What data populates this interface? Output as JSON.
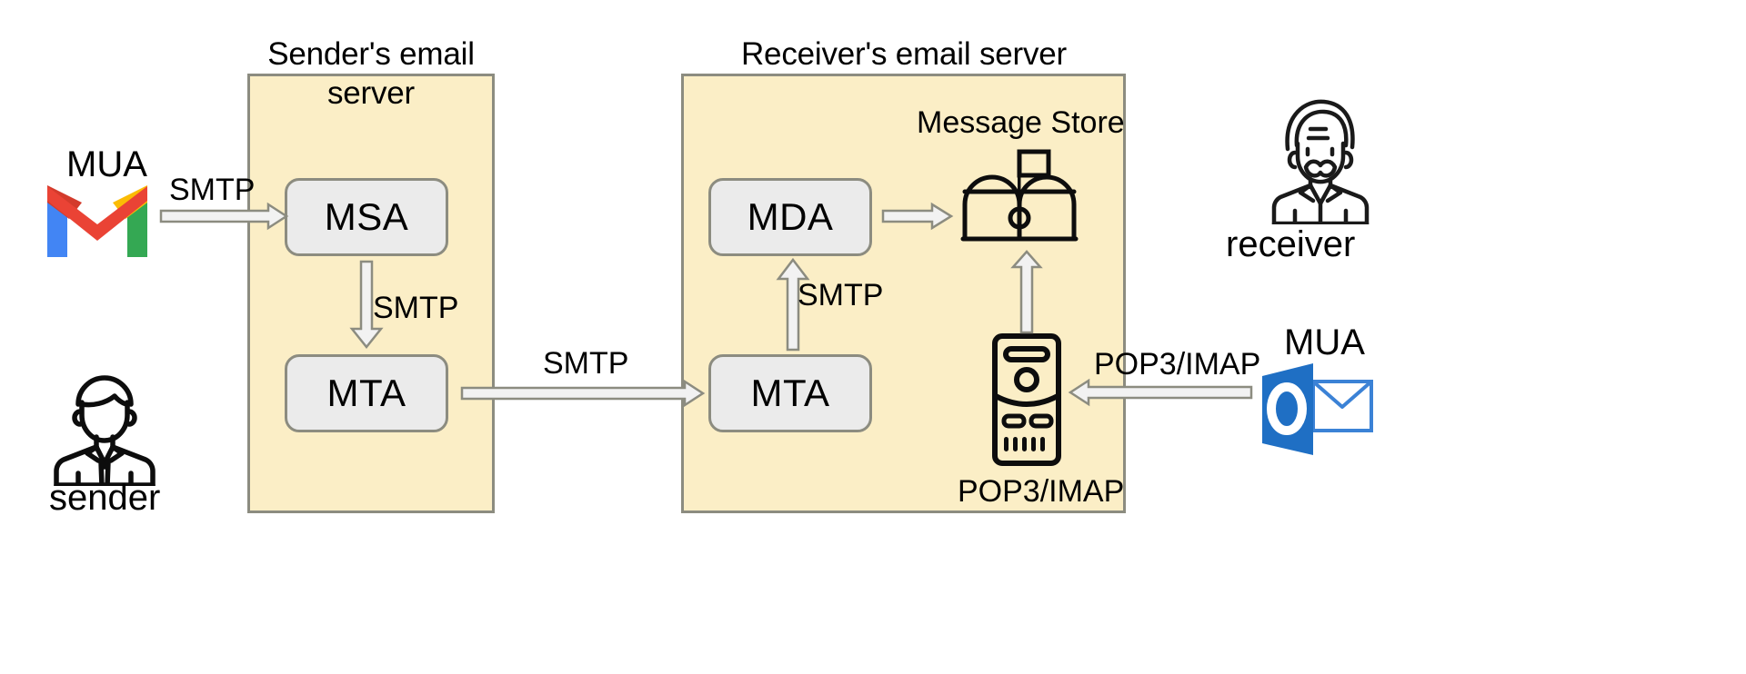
{
  "diagram": {
    "title": "Email delivery architecture (MUA / MSA / MTA / MDA / Message Store)",
    "background": "#ffffff",
    "panel_fill": "#fbeec6",
    "panel_border": "#8c8c80",
    "node_fill": "#ebebeb",
    "node_border": "#8c8c80",
    "arrow_fill": "#f2f2f2",
    "arrow_stroke": "#8c8c80",
    "ink": "#000000"
  },
  "sender_side": {
    "mua_label": "MUA",
    "mua_icon": "gmail-logo-icon",
    "person_label": "sender",
    "person_icon": "young-man-with-tie-icon"
  },
  "sender_server": {
    "title": "Sender's email\nserver",
    "nodes": [
      {
        "id": "msa",
        "label": "MSA"
      },
      {
        "id": "mta",
        "label": "MTA"
      }
    ]
  },
  "receiver_server": {
    "title": "Receiver's email server",
    "message_store_label": "Message Store",
    "message_store_icon": "mailbox-icon",
    "pop3imap_label": "POP3/IMAP",
    "pop3imap_icon": "server-tower-icon",
    "nodes": [
      {
        "id": "mda",
        "label": "MDA"
      },
      {
        "id": "mta",
        "label": "MTA"
      }
    ]
  },
  "receiver_side": {
    "person_label": "receiver",
    "person_icon": "old-man-with-mustache-icon",
    "mua_label": "MUA",
    "mua_icon": "outlook-logo-icon"
  },
  "arrows": [
    {
      "id": "mua-to-msa",
      "label": "SMTP",
      "direction": "right"
    },
    {
      "id": "msa-to-mta",
      "label": "SMTP",
      "direction": "down"
    },
    {
      "id": "sender-mta-to-receiver-mta",
      "label": "SMTP",
      "direction": "right"
    },
    {
      "id": "receiver-mta-to-mda",
      "label": "SMTP",
      "direction": "up"
    },
    {
      "id": "mda-to-message-store",
      "label": "",
      "direction": "right"
    },
    {
      "id": "pop3imap-to-message-store",
      "label": "",
      "direction": "up"
    },
    {
      "id": "outlook-to-pop3imap",
      "label": "POP3/IMAP",
      "direction": "left"
    }
  ],
  "colors": {
    "gmail_red": "#EA4335",
    "gmail_red_dark": "#D33B2C",
    "gmail_blue": "#4285F4",
    "gmail_green": "#34A853",
    "gmail_yellow": "#FBBC04",
    "outlook_blue": "#1F6FC4",
    "outlook_blue_light": "#2B7CD3",
    "outlook_envelope_stroke": "#3B82D6"
  }
}
